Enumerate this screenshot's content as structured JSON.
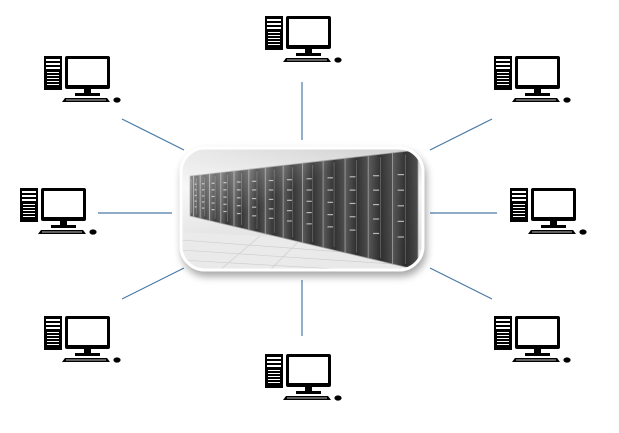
{
  "diagram": {
    "type": "star-network",
    "hub": {
      "icon": "server-room-icon"
    },
    "nodes": [
      {
        "id": "top",
        "icon": "desktop-computer-icon"
      },
      {
        "id": "top-right",
        "icon": "desktop-computer-icon"
      },
      {
        "id": "right",
        "icon": "desktop-computer-icon"
      },
      {
        "id": "bottom-right",
        "icon": "desktop-computer-icon"
      },
      {
        "id": "bottom",
        "icon": "desktop-computer-icon"
      },
      {
        "id": "bottom-left",
        "icon": "desktop-computer-icon"
      },
      {
        "id": "left",
        "icon": "desktop-computer-icon"
      },
      {
        "id": "top-left",
        "icon": "desktop-computer-icon"
      }
    ],
    "colors": {
      "link": "#4a7aa8",
      "computer": "#000000",
      "rack_dark": "#2b2b2b",
      "rack_mid": "#6e6e6e",
      "floor": "#e6e6e6"
    }
  }
}
